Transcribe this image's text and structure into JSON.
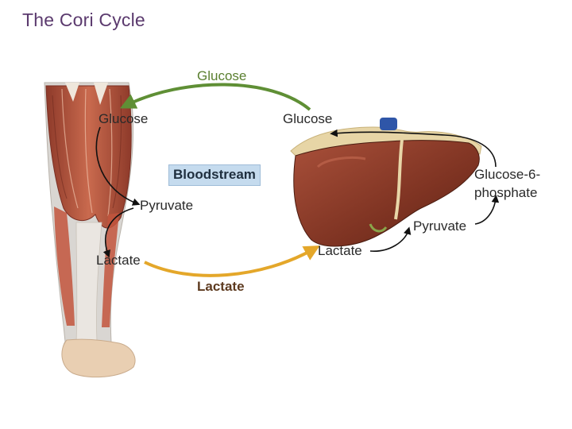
{
  "page": {
    "title": "The Cori Cycle"
  },
  "labels": {
    "glucose_top": "Glucose",
    "glucose_muscle": "Glucose",
    "glucose_liver": "Glucose",
    "bloodstream": "Bloodstream",
    "pyruvate_muscle": "Pyruvate",
    "lactate_muscle": "Lactate",
    "lactate_bottom": "Lactate",
    "lactate_liver": "Lactate",
    "pyruvate_liver": "Pyruvate",
    "g6p_line1": "Glucose-6-",
    "g6p_line2": "phosphate"
  },
  "colors": {
    "glucose_arrow": "#5f8f35",
    "lactate_arrow": "#e4a72a",
    "muscle": "#b8503a",
    "liver": "#8a3a26",
    "bloodstream_box": "#c5dbee"
  },
  "icons": [
    "muscle-illustration",
    "liver-illustration"
  ]
}
